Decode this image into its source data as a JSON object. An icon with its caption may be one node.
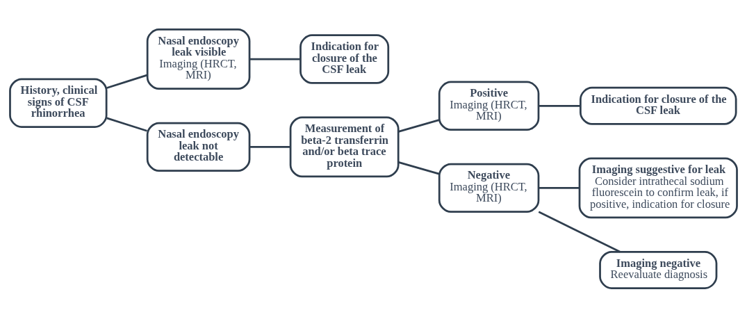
{
  "diagram": {
    "nodes": [
      {
        "text": [
          "History, clinical signs of CSF rhinorrhea"
        ]
      },
      {
        "text": [
          "Nasal endoscopy leak visible",
          "Imaging (HRCT, MRI)"
        ]
      },
      {
        "text": [
          "Indication for closure of the CSF leak"
        ]
      },
      {
        "text": [
          "Nasal endoscopy leak not detectable"
        ]
      },
      {
        "text": [
          "Measurement of beta-2 transferrin and/or beta trace protein"
        ]
      },
      {
        "text": [
          "Positive",
          "Imaging (HRCT, MRI)"
        ]
      },
      {
        "text": [
          "Indication for closure of the CSF leak"
        ]
      },
      {
        "text": [
          "Negative",
          "Imaging (HRCT, MRI)"
        ]
      },
      {
        "text": [
          "Imaging suggestive for leak",
          "Consider intrathecal sodium fluorescein to confirm leak, if positive, indication for closure"
        ]
      },
      {
        "text": [
          "Imaging negative",
          "Reevaluate diagnosis"
        ]
      }
    ],
    "edges": [
      {
        "from": 0,
        "to": 1,
        "arrow": "none"
      },
      {
        "from": 0,
        "to": 3,
        "arrow": "none"
      },
      {
        "from": 1,
        "to": 2,
        "arrow": "none"
      },
      {
        "from": 3,
        "to": 4,
        "arrow": "none"
      },
      {
        "from": 4,
        "to": 5,
        "arrow": "none"
      },
      {
        "from": 4,
        "to": 7,
        "arrow": "none"
      },
      {
        "from": 5,
        "to": 6,
        "arrow": "none"
      },
      {
        "from": 7,
        "to": 8,
        "arrow": "none"
      },
      {
        "from": 7,
        "to": 9,
        "arrow": "none"
      }
    ]
  }
}
